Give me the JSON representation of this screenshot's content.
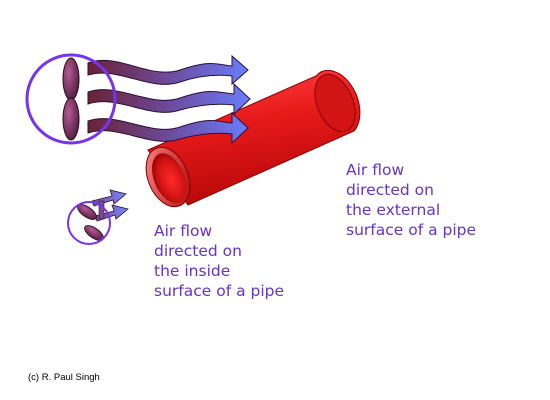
{
  "labels": {
    "external": [
      "Air flow",
      "directed on",
      "the external",
      "surface of a pipe"
    ],
    "internal": [
      "Air flow",
      "directed on",
      "the inside",
      "surface of a pipe"
    ]
  },
  "copyright": "(c) R. Paul Singh",
  "colors": {
    "label_text": "#6633cc",
    "pipe": "#ee2222",
    "pipe_dark": "#990000",
    "fan_ring": "#7733ee",
    "fan_blade": "#7a2a60",
    "arrow_head": "#6677ff",
    "arrow_tail": "#6a2233"
  },
  "icons": {
    "large_fan": "fan-icon",
    "small_fan": "fan-icon",
    "pipe": "pipe-illustration",
    "arrows": "airflow-arrow"
  }
}
